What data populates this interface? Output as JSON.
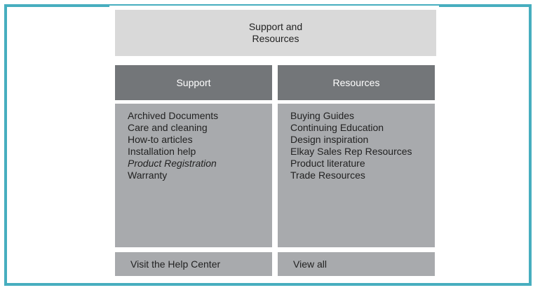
{
  "header": {
    "line1": "Support and",
    "line2": "Resources"
  },
  "support": {
    "title": "Support",
    "items": [
      "Archived Documents",
      "Care and cleaning",
      "How-to articles",
      "Installation help",
      "Product Registration",
      "Warranty"
    ],
    "footer": "Visit the Help Center"
  },
  "resources": {
    "title": "Resources",
    "items": [
      "Buying Guides",
      "Continuing Education",
      "Design inspiration",
      "Elkay Sales Rep Resources",
      "Product literature",
      "Trade Resources"
    ],
    "footer": "View all"
  },
  "colors": {
    "frame_border": "#47aebf",
    "header_bg": "#d9d9d9",
    "column_header_bg": "#737679",
    "column_body_bg": "#a8aaad"
  }
}
